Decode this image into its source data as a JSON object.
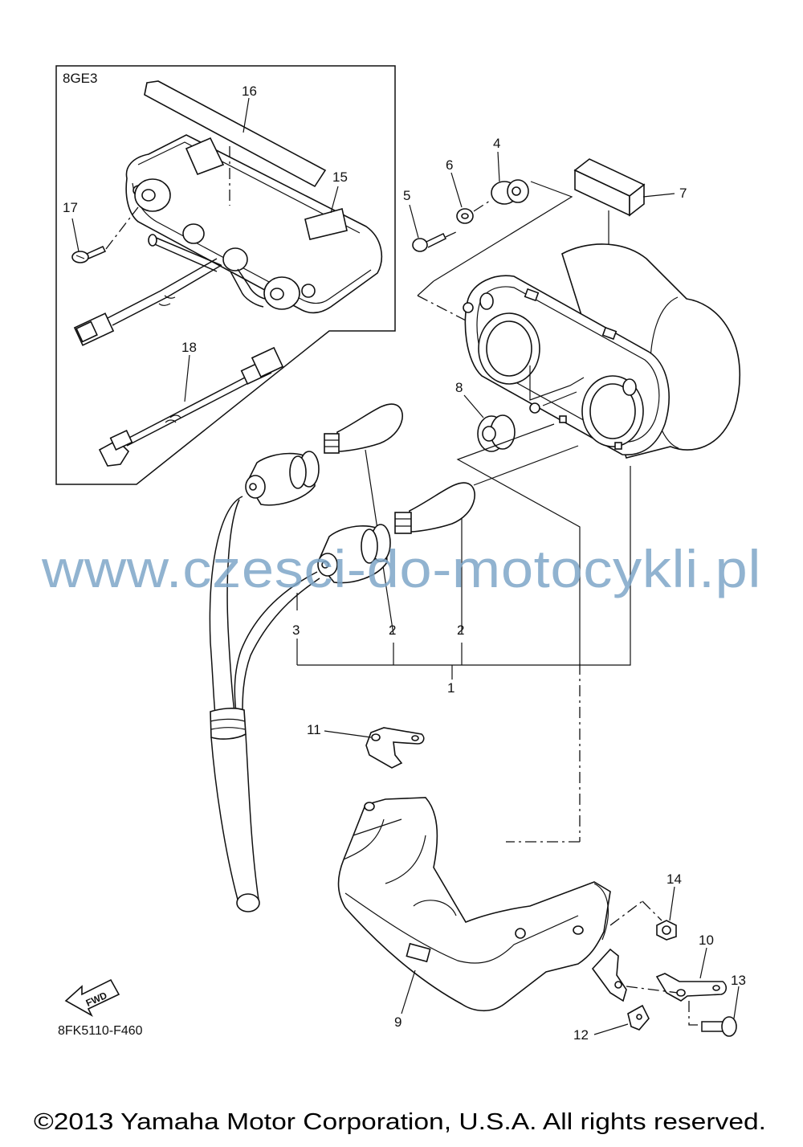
{
  "diagram": {
    "inset_code": "8GE3",
    "drawing_code": "8FK5110-F460",
    "fwd_label": "FWD",
    "watermark": "www.czesci-do-motocykli.pl",
    "copyright": "©2013 Yamaha Motor Corporation, U.S.A. All rights reserved.",
    "callouts": {
      "p1": "1",
      "p2a": "2",
      "p2b": "2",
      "p3": "3",
      "p4": "4",
      "p5": "5",
      "p6": "6",
      "p7": "7",
      "p8": "8",
      "p9": "9",
      "p10": "10",
      "p11": "11",
      "p12": "12",
      "p13": "13",
      "p14": "14",
      "p15": "15",
      "p16": "16",
      "p17": "17",
      "p18": "18"
    }
  }
}
